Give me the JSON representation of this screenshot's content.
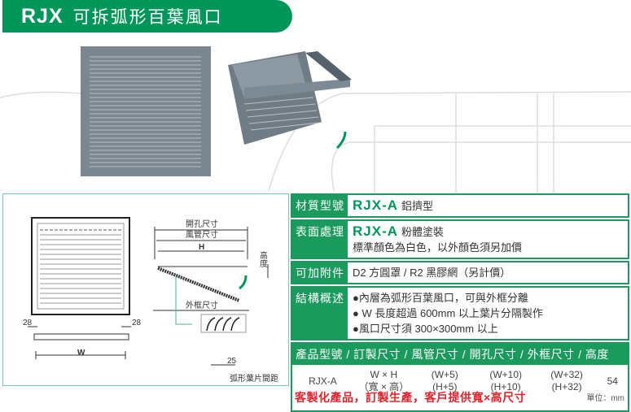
{
  "header": {
    "code": "RJX",
    "title": "可拆弧形百葉風口"
  },
  "colors": {
    "brand": "#00965a",
    "note": "#e8202a"
  },
  "diagram": {
    "opening": "開孔尺寸",
    "duct": "風管尺寸",
    "h": "H",
    "height": "高度",
    "frame": "外框尺寸",
    "w": "W",
    "margin_left": "28",
    "margin_right": "28",
    "pitch": "25",
    "pitch_caption": "弧形葉片間距"
  },
  "specs": {
    "material": {
      "label": "材質型號",
      "model": "RJX-A",
      "text": "鋁擠型"
    },
    "finish": {
      "label": "表面處理",
      "model": "RJX-A",
      "text": "粉體塗裝",
      "line2": "標準顏色為白色，以外顏色須另加價"
    },
    "accessory": {
      "label": "可加附件",
      "text": "D2 方圓罩 / R2 黑膠網（另計價）"
    },
    "structure": {
      "label": "結構概述",
      "lines": [
        "●內層為弧形百葉風口，可與外框分離",
        "● W 長度超過 600mm 以上葉片分隔製作",
        "●風口尺寸須 300×300mm 以上"
      ]
    }
  },
  "table": {
    "header": "產品型號 / 訂製尺寸 / 風管尺寸 / 開孔尺寸 / 外框尺寸 / 高度",
    "row": {
      "model": "RJX-A",
      "custom": [
        "W × H",
        "（寬 × 高）"
      ],
      "duct": [
        "(W+5)",
        "(H+5)"
      ],
      "opening": [
        "(W+10)",
        "(H+10)"
      ],
      "frame": [
        "(W+32)",
        "(H+32)"
      ],
      "height": "54"
    }
  },
  "note": "客製化產品，訂製生產，客戶提供寬×高尺寸",
  "unit": "單位：mm"
}
